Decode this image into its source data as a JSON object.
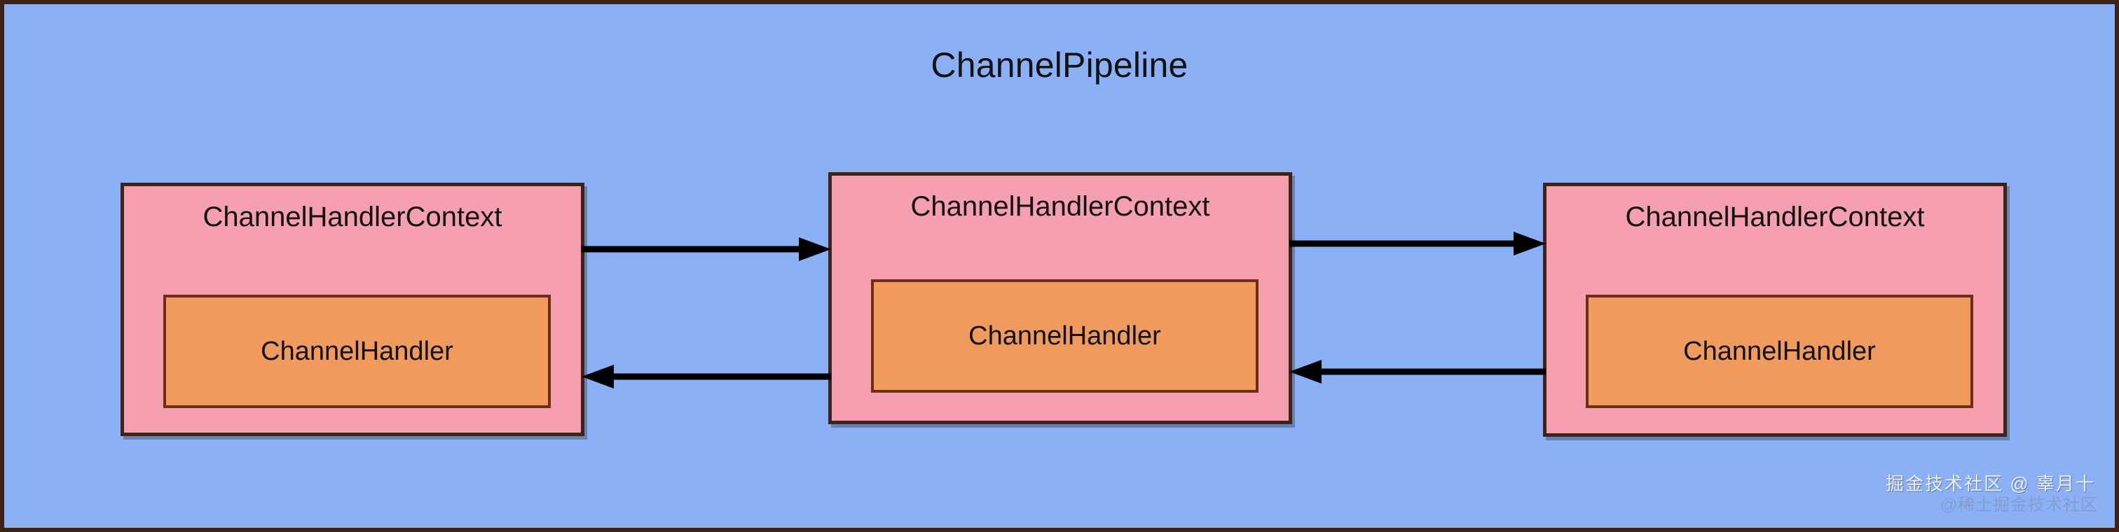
{
  "diagram": {
    "title": "ChannelPipeline",
    "background_color": "#8BB0F5",
    "border_color": "#3E2319",
    "context_fill": "#F59FB0",
    "handler_fill": "#F09A5E",
    "arrow_color": "#000000",
    "nodes": [
      {
        "context_label": "ChannelHandlerContext",
        "handler_label": "ChannelHandler"
      },
      {
        "context_label": "ChannelHandlerContext",
        "handler_label": "ChannelHandler"
      },
      {
        "context_label": "ChannelHandlerContext",
        "handler_label": "ChannelHandler"
      }
    ],
    "connections": [
      {
        "from": 1,
        "to": 2,
        "direction": "forward"
      },
      {
        "from": 2,
        "to": 1,
        "direction": "backward"
      },
      {
        "from": 2,
        "to": 3,
        "direction": "forward"
      },
      {
        "from": 3,
        "to": 2,
        "direction": "backward"
      }
    ]
  },
  "watermark": {
    "primary": "掘金技术社区 @ 辜月十",
    "secondary": "@稀土掘金技术社区"
  }
}
